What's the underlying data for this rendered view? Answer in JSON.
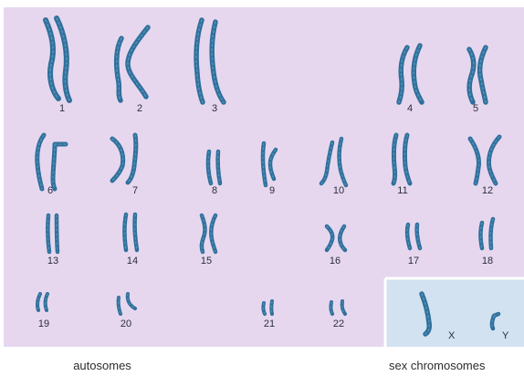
{
  "figure": {
    "autosomes_caption": "autosomes",
    "sex_caption": "sex chromosomes",
    "colors": {
      "autosome_panel": "#e6d7ef",
      "sex_panel": "#d2e2f1",
      "chromosome": "#2f6f99",
      "chromosome_highlight": "#4f8fbb"
    }
  },
  "chromosomes": [
    {
      "label": "1"
    },
    {
      "label": "2"
    },
    {
      "label": "3"
    },
    {
      "label": "4"
    },
    {
      "label": "5"
    },
    {
      "label": "6"
    },
    {
      "label": "7"
    },
    {
      "label": "8"
    },
    {
      "label": "9"
    },
    {
      "label": "10"
    },
    {
      "label": "11"
    },
    {
      "label": "12"
    },
    {
      "label": "13"
    },
    {
      "label": "14"
    },
    {
      "label": "15"
    },
    {
      "label": "16"
    },
    {
      "label": "17"
    },
    {
      "label": "18"
    },
    {
      "label": "19"
    },
    {
      "label": "20"
    },
    {
      "label": "21"
    },
    {
      "label": "22"
    }
  ],
  "sex_chromosomes": [
    {
      "label": "X"
    },
    {
      "label": "Y"
    }
  ]
}
